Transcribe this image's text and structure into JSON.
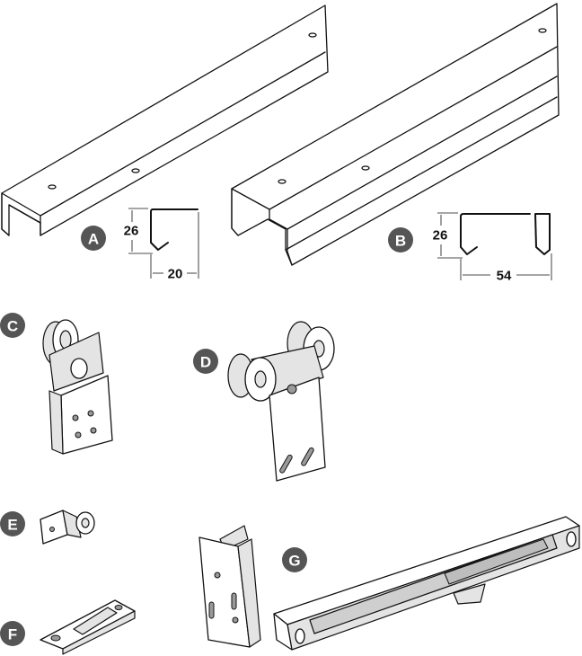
{
  "parts": [
    {
      "label": "A",
      "dims": {
        "height": "26",
        "width": "20"
      }
    },
    {
      "label": "B",
      "dims": {
        "height": "26",
        "width": "54"
      }
    },
    {
      "label": "C"
    },
    {
      "label": "D"
    },
    {
      "label": "E"
    },
    {
      "label": "F"
    },
    {
      "label": "G"
    }
  ],
  "colors": {
    "badge": "#555555",
    "line": "#111111"
  }
}
